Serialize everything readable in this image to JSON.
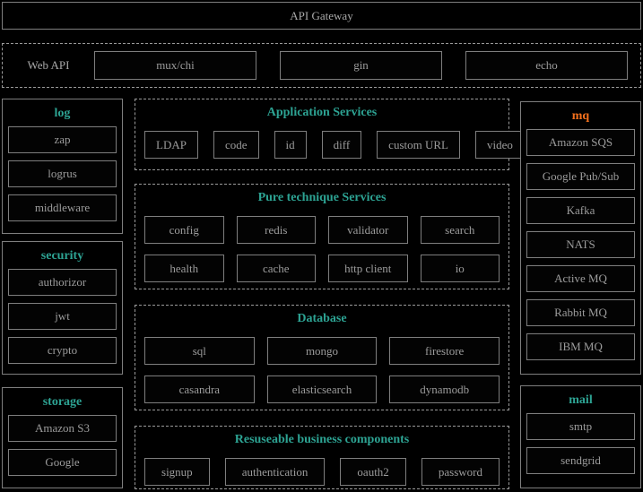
{
  "colors": {
    "background": "#000000",
    "accent_teal": "#2da393",
    "accent_orange": "#f4701d",
    "border_gray": "#7e7e7e",
    "dash_gray": "#9a9a9a",
    "text_gray": "#9c9c9c",
    "text_light": "#a9a9a9"
  },
  "header": {
    "title": "API Gateway"
  },
  "web_api": {
    "label": "Web API",
    "frameworks": [
      "mux/chi",
      "gin",
      "echo"
    ]
  },
  "left_column": {
    "log": {
      "title": "log",
      "items": [
        "zap",
        "logrus",
        "middleware"
      ]
    },
    "security": {
      "title": "security",
      "items": [
        "authorizor",
        "jwt",
        "crypto"
      ]
    },
    "storage": {
      "title": "storage",
      "items": [
        "Amazon S3",
        "Google"
      ]
    }
  },
  "middle_column": {
    "application_services": {
      "title": "Application Services",
      "items": [
        "LDAP",
        "code",
        "id",
        "diff",
        "custom URL",
        "video"
      ]
    },
    "pure_technique_services": {
      "title": "Pure technique Services",
      "rows": [
        [
          "config",
          "redis",
          "validator",
          "search"
        ],
        [
          "health",
          "cache",
          "http client",
          "io"
        ]
      ]
    },
    "database": {
      "title": "Database",
      "rows": [
        [
          "sql",
          "mongo",
          "firestore"
        ],
        [
          "casandra",
          "elasticsearch",
          "dynamodb"
        ]
      ]
    },
    "reusable_business_components": {
      "title": "Resuseable business components",
      "items": [
        "signup",
        "authentication",
        "oauth2",
        "password"
      ]
    }
  },
  "right_column": {
    "mq": {
      "title": "mq",
      "items": [
        "Amazon SQS",
        "Google Pub/Sub",
        "Kafka",
        "NATS",
        "Active MQ",
        "Rabbit MQ",
        "IBM MQ"
      ]
    },
    "mail": {
      "title": "mail",
      "items": [
        "smtp",
        "sendgrid"
      ]
    }
  }
}
